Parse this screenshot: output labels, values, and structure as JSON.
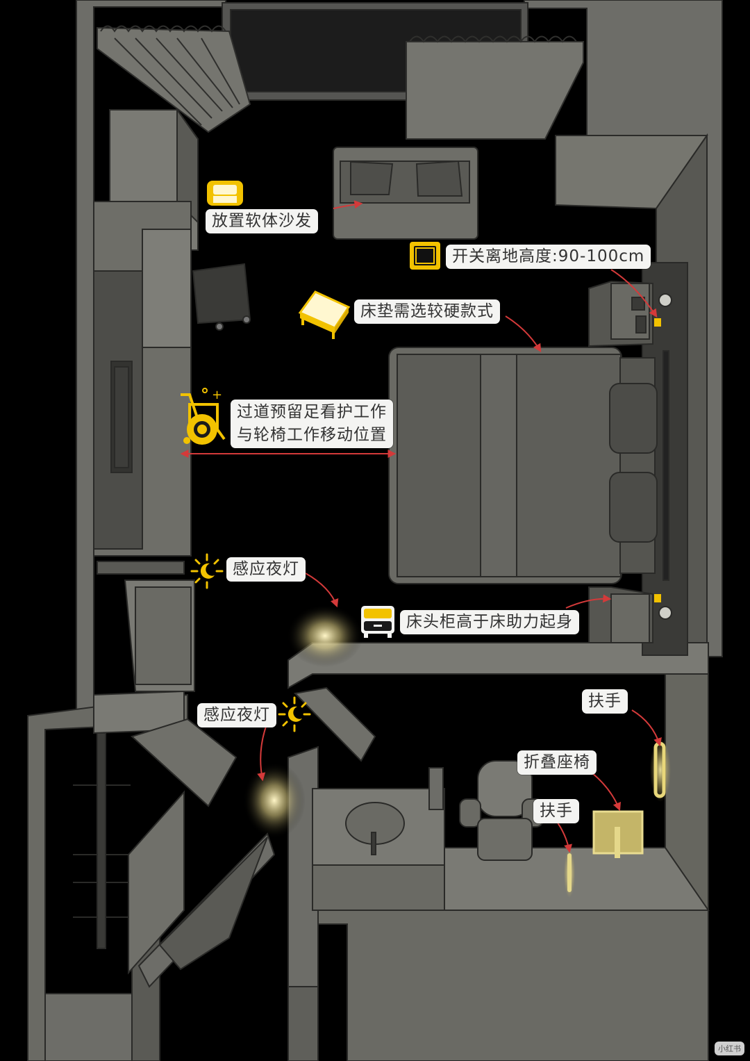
{
  "labels": {
    "sofa": "放置软体沙发",
    "switch": "开关离地高度:90-100cm",
    "mattress": "床垫需选较硬款式",
    "aisle_line1": "过道预留足看护工作",
    "aisle_line2": "与轮椅工作移动位置",
    "night_light_1": "感应夜灯",
    "nightstand": "床头柜高于床助力起身",
    "night_light_2": "感应夜灯",
    "handrail_1": "扶手",
    "folding_seat": "折叠座椅",
    "handrail_2": "扶手"
  },
  "watermark": "小红书",
  "icons": {
    "sofa": "armchair-icon",
    "switch": "light-switch-icon",
    "mattress": "bed-icon",
    "aisle": "wheelchair-icon",
    "night_light": "moon-sun-icon",
    "nightstand": "nightstand-icon"
  },
  "colors": {
    "background": "#000000",
    "wall": "#6d6d68",
    "wall_dark": "#4a4a46",
    "accent_yellow": "#f2c200",
    "arrow_red": "#d43a3a",
    "label_bg": "#f4f4f2"
  }
}
